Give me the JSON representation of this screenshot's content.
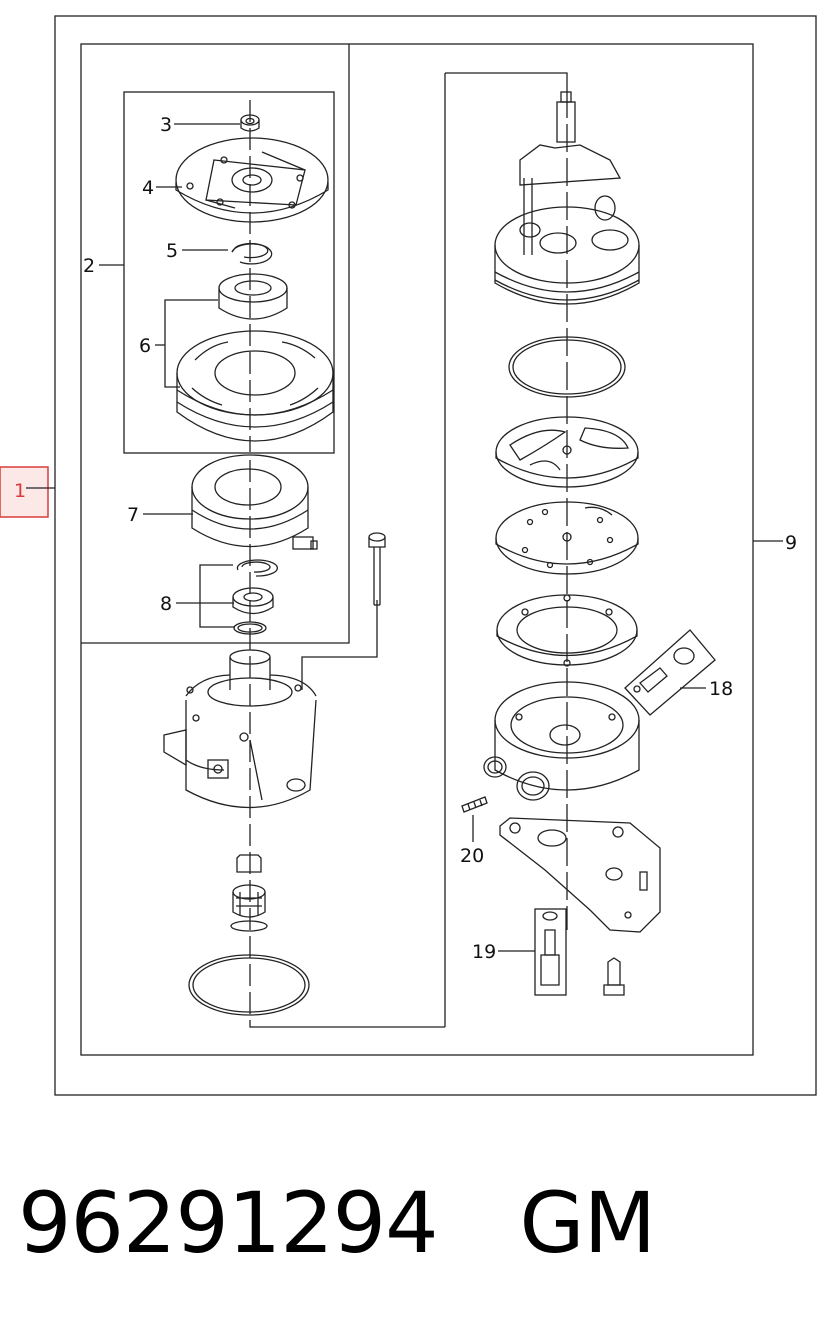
{
  "diagram": {
    "callouts": [
      "1",
      "2",
      "3",
      "4",
      "5",
      "6",
      "7",
      "8",
      "9",
      "18",
      "19",
      "20"
    ],
    "highlight_color": "#d83a3a",
    "line_color": "#222222"
  },
  "footer": {
    "part_number": "96291294",
    "brand": "GM"
  }
}
